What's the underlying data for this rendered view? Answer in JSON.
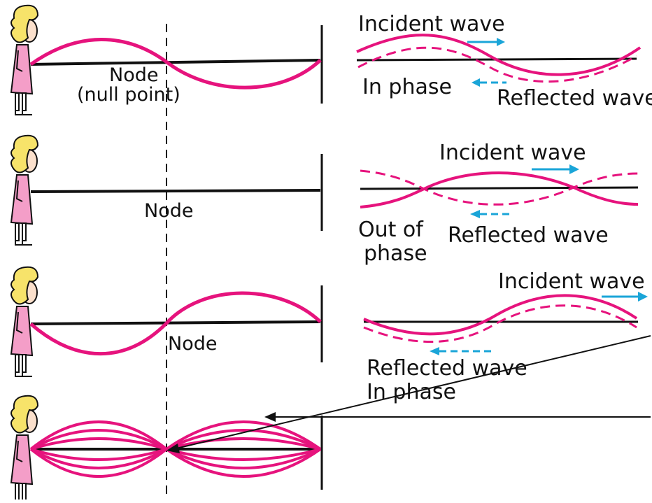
{
  "colors": {
    "wave": "#e6137d",
    "arrow": "#1aa5d8",
    "line": "#111111",
    "skin": "#fbe0cc",
    "hair": "#f7e36a",
    "dress": "#f49ec8"
  },
  "icons": [
    "girl-figure-icon",
    "wall-icon",
    "arrow-right-icon",
    "arrow-left-icon"
  ],
  "row1": {
    "node_label": "Node",
    "node_sub": "(null point)",
    "incident": "Incident wave",
    "phase": "In phase",
    "reflected": "Reflected wave"
  },
  "row2": {
    "node_label": "Node",
    "incident": "Incident wave",
    "phase_line1": "Out of",
    "phase_line2": "phase",
    "reflected": "Reflected wave"
  },
  "row3": {
    "node_label": "Node",
    "incident": "Incident wave",
    "reflected": "Reflected wave",
    "phase": "In phase"
  }
}
